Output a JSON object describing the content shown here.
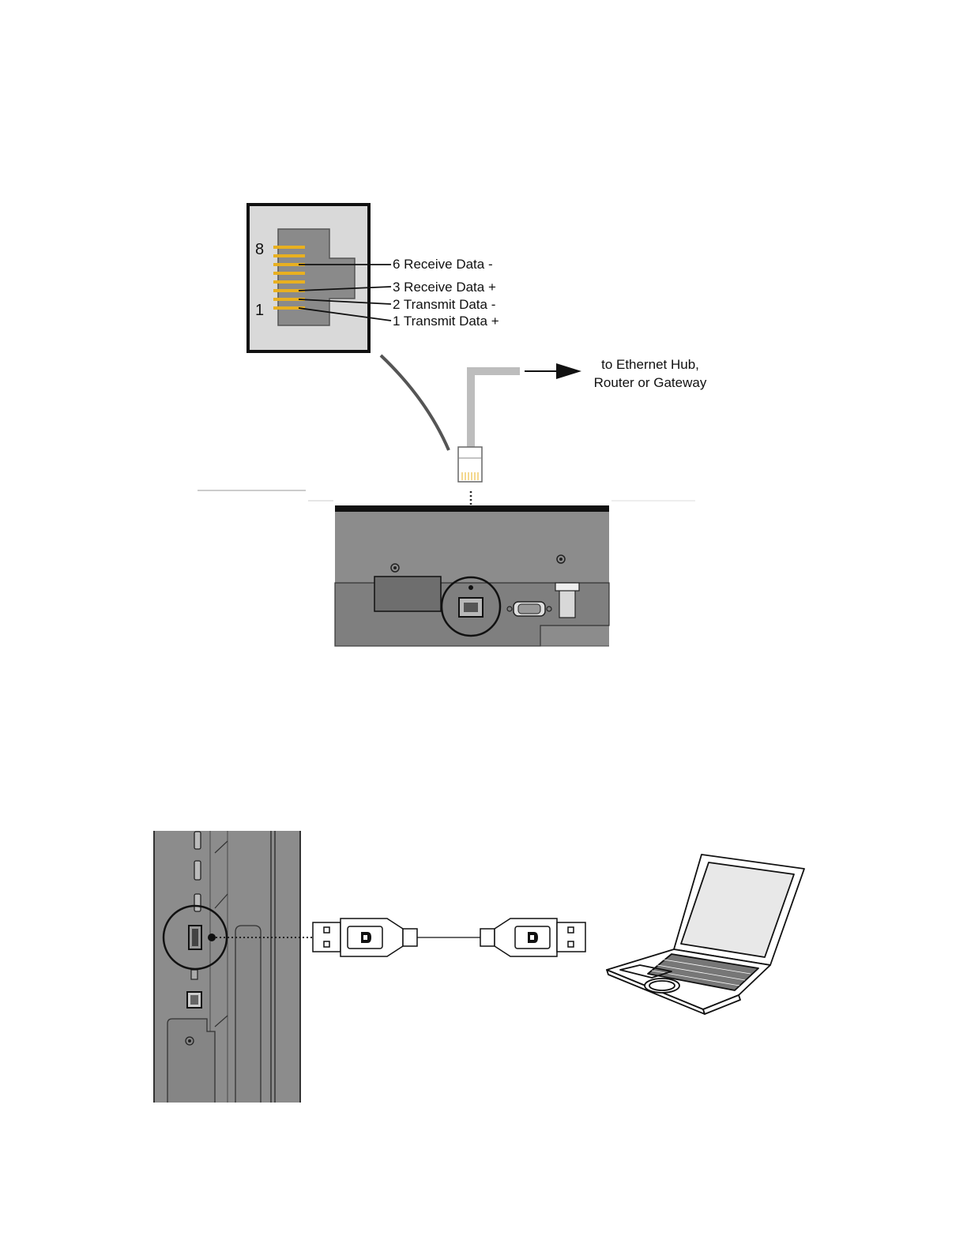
{
  "ethernet_diagram": {
    "pin_top_number": "8",
    "pin_bottom_number": "1",
    "pin_labels": [
      "6 Receive Data -",
      "3 Receive Data +",
      "2 Transmit Data -",
      "1 Transmit Data +"
    ],
    "destination_line1": "to Ethernet Hub,",
    "destination_line2": "Router or Gateway"
  },
  "colors": {
    "pin_gold": "#e8b020",
    "jack_gray": "#8a8a8a",
    "panel_gray": "#8c8c8c",
    "cable_gray": "#bdbdbd"
  }
}
